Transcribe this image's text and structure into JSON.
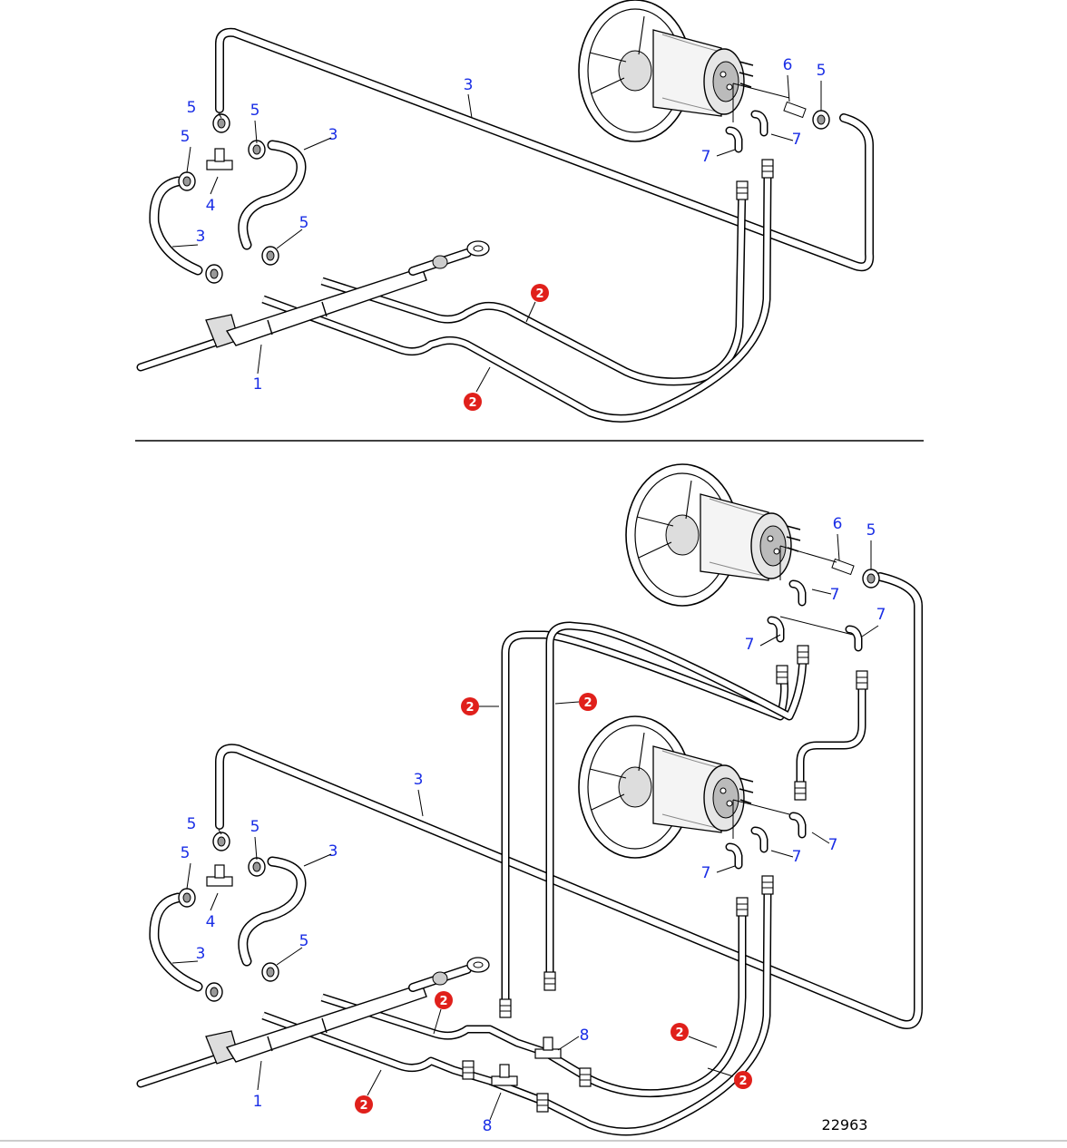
{
  "figure_number": "22963",
  "colors": {
    "callout_blue": "#1a2ee6",
    "callout_red": "#e0201b",
    "line": "#000000",
    "background": "#ffffff"
  },
  "top_callouts": [
    {
      "label": "5"
    },
    {
      "label": "5"
    },
    {
      "label": "5"
    },
    {
      "label": "4"
    },
    {
      "label": "3"
    },
    {
      "label": "3"
    },
    {
      "label": "5"
    },
    {
      "label": "3"
    },
    {
      "label": "1"
    },
    {
      "label": "6"
    },
    {
      "label": "5"
    },
    {
      "label": "7"
    },
    {
      "label": "7"
    },
    {
      "label": "2"
    },
    {
      "label": "2"
    }
  ],
  "bottom_callouts": [
    {
      "label": "5"
    },
    {
      "label": "5"
    },
    {
      "label": "5"
    },
    {
      "label": "4"
    },
    {
      "label": "3"
    },
    {
      "label": "3"
    },
    {
      "label": "5"
    },
    {
      "label": "3"
    },
    {
      "label": "1"
    },
    {
      "label": "6"
    },
    {
      "label": "5"
    },
    {
      "label": "7"
    },
    {
      "label": "7"
    },
    {
      "label": "7"
    },
    {
      "label": "7"
    },
    {
      "label": "7"
    },
    {
      "label": "2"
    },
    {
      "label": "2"
    },
    {
      "label": "2"
    },
    {
      "label": "2"
    },
    {
      "label": "2"
    },
    {
      "label": "2"
    },
    {
      "label": "8"
    },
    {
      "label": "8"
    }
  ]
}
